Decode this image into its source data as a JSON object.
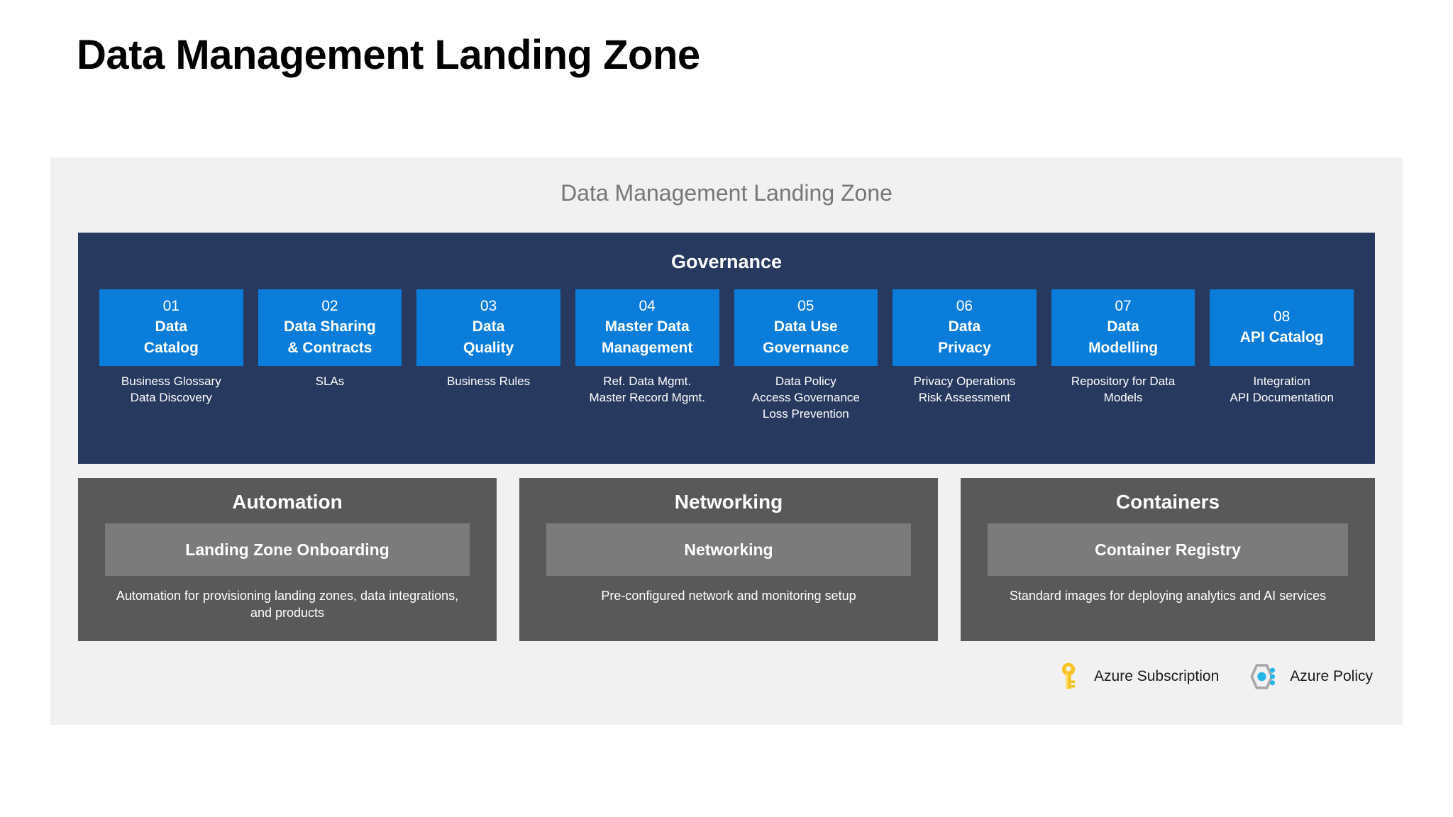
{
  "page": {
    "title": "Data Management Landing Zone"
  },
  "panel": {
    "subtitle": "Data Management Landing Zone"
  },
  "governance": {
    "title": "Governance",
    "cards": [
      {
        "num": "01",
        "name": "Data\nCatalog",
        "caption": "Business Glossary\nData Discovery"
      },
      {
        "num": "02",
        "name": "Data Sharing\n& Contracts",
        "caption": "SLAs"
      },
      {
        "num": "03",
        "name": "Data\nQuality",
        "caption": "Business Rules"
      },
      {
        "num": "04",
        "name": "Master Data\nManagement",
        "caption": "Ref. Data Mgmt.\nMaster Record Mgmt."
      },
      {
        "num": "05",
        "name": "Data Use\nGovernance",
        "caption": "Data Policy\nAccess Governance\nLoss Prevention"
      },
      {
        "num": "06",
        "name": "Data\nPrivacy",
        "caption": "Privacy Operations\nRisk Assessment"
      },
      {
        "num": "07",
        "name": "Data\nModelling",
        "caption": "Repository for Data\nModels"
      },
      {
        "num": "08",
        "name": "API Catalog",
        "caption": "Integration\nAPI Documentation"
      }
    ]
  },
  "panels": [
    {
      "title": "Automation",
      "inner": "Landing Zone Onboarding",
      "description": "Automation for provisioning landing zones, data integrations, and products"
    },
    {
      "title": "Networking",
      "inner": "Networking",
      "description": "Pre-configured network and monitoring setup"
    },
    {
      "title": "Containers",
      "inner": "Container Registry",
      "description": "Standard images for deploying analytics and AI services"
    }
  ],
  "legend": [
    {
      "icon": "key-icon",
      "label": "Azure Subscription"
    },
    {
      "icon": "azure-policy-icon",
      "label": "Azure Policy"
    }
  ],
  "colors": {
    "navy": "#27395e",
    "card_blue": "#0a7ddb",
    "gray_panel": "#595959",
    "gray_inner": "#7b7b7b",
    "outer_panel": "#f1f1f1",
    "subtitle_gray": "#777777",
    "key_gold": "#f5c518",
    "policy_cyan": "#27b5e8"
  }
}
